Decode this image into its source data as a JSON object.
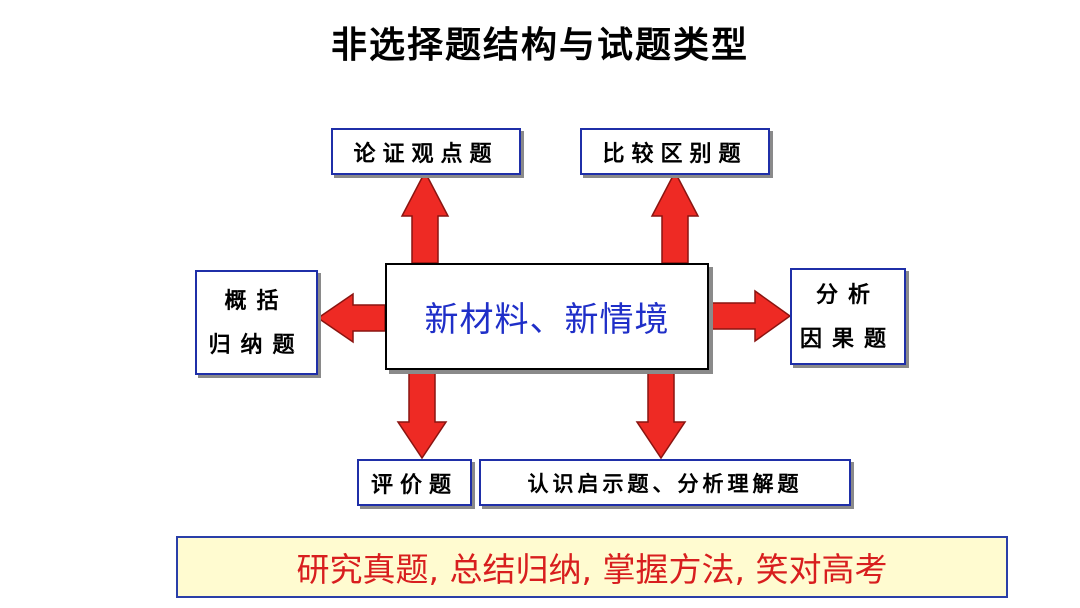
{
  "title": "非选择题结构与试题类型",
  "center": "新材料、新情境",
  "boxes": {
    "argument": "论证观点题",
    "compare": "比较区别题",
    "summarize_line1": "概括",
    "summarize_line2": "归纳题",
    "cause_line1": "分析",
    "cause_line2": "因果题",
    "evaluate": "评价题",
    "insight": "认识启示题、分析理解题"
  },
  "slogan": "研究真题, 总结归纳, 掌握方法, 笑对高考",
  "colors": {
    "arrow_fill": "#ee2a24",
    "arrow_stroke": "#8a1410",
    "box_border": "#1f2fa8",
    "center_text": "#1f2fc8",
    "slogan_text": "#d81e1e",
    "slogan_bg": "#fffbd0"
  }
}
